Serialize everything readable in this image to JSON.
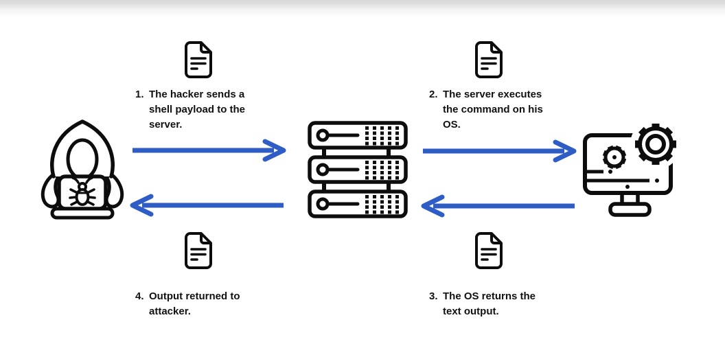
{
  "colors": {
    "arrow": "#2e5dc6",
    "icon": "#0d0d0d",
    "text": "#111111",
    "background": "#ffffff"
  },
  "actors": [
    {
      "id": "attacker",
      "icon": "hacker-laptop-bug-icon"
    },
    {
      "id": "server",
      "icon": "server-rack-icon"
    },
    {
      "id": "operating-system",
      "icon": "monitor-gears-icon"
    }
  ],
  "steps": [
    {
      "number": "1.",
      "lines": [
        "The hacker sends a",
        "shell payload to the",
        "server."
      ]
    },
    {
      "number": "2.",
      "lines": [
        "The server executes",
        "the command on his",
        "OS."
      ]
    },
    {
      "number": "3.",
      "lines": [
        "The OS returns the",
        "text output."
      ]
    },
    {
      "number": "4.",
      "lines": [
        "Output returned to",
        "attacker."
      ]
    }
  ],
  "arrows": [
    {
      "from": "attacker",
      "to": "server",
      "direction": "right"
    },
    {
      "from": "server",
      "to": "operating-system",
      "direction": "right"
    },
    {
      "from": "operating-system",
      "to": "server",
      "direction": "left"
    },
    {
      "from": "server",
      "to": "attacker",
      "direction": "left"
    }
  ]
}
